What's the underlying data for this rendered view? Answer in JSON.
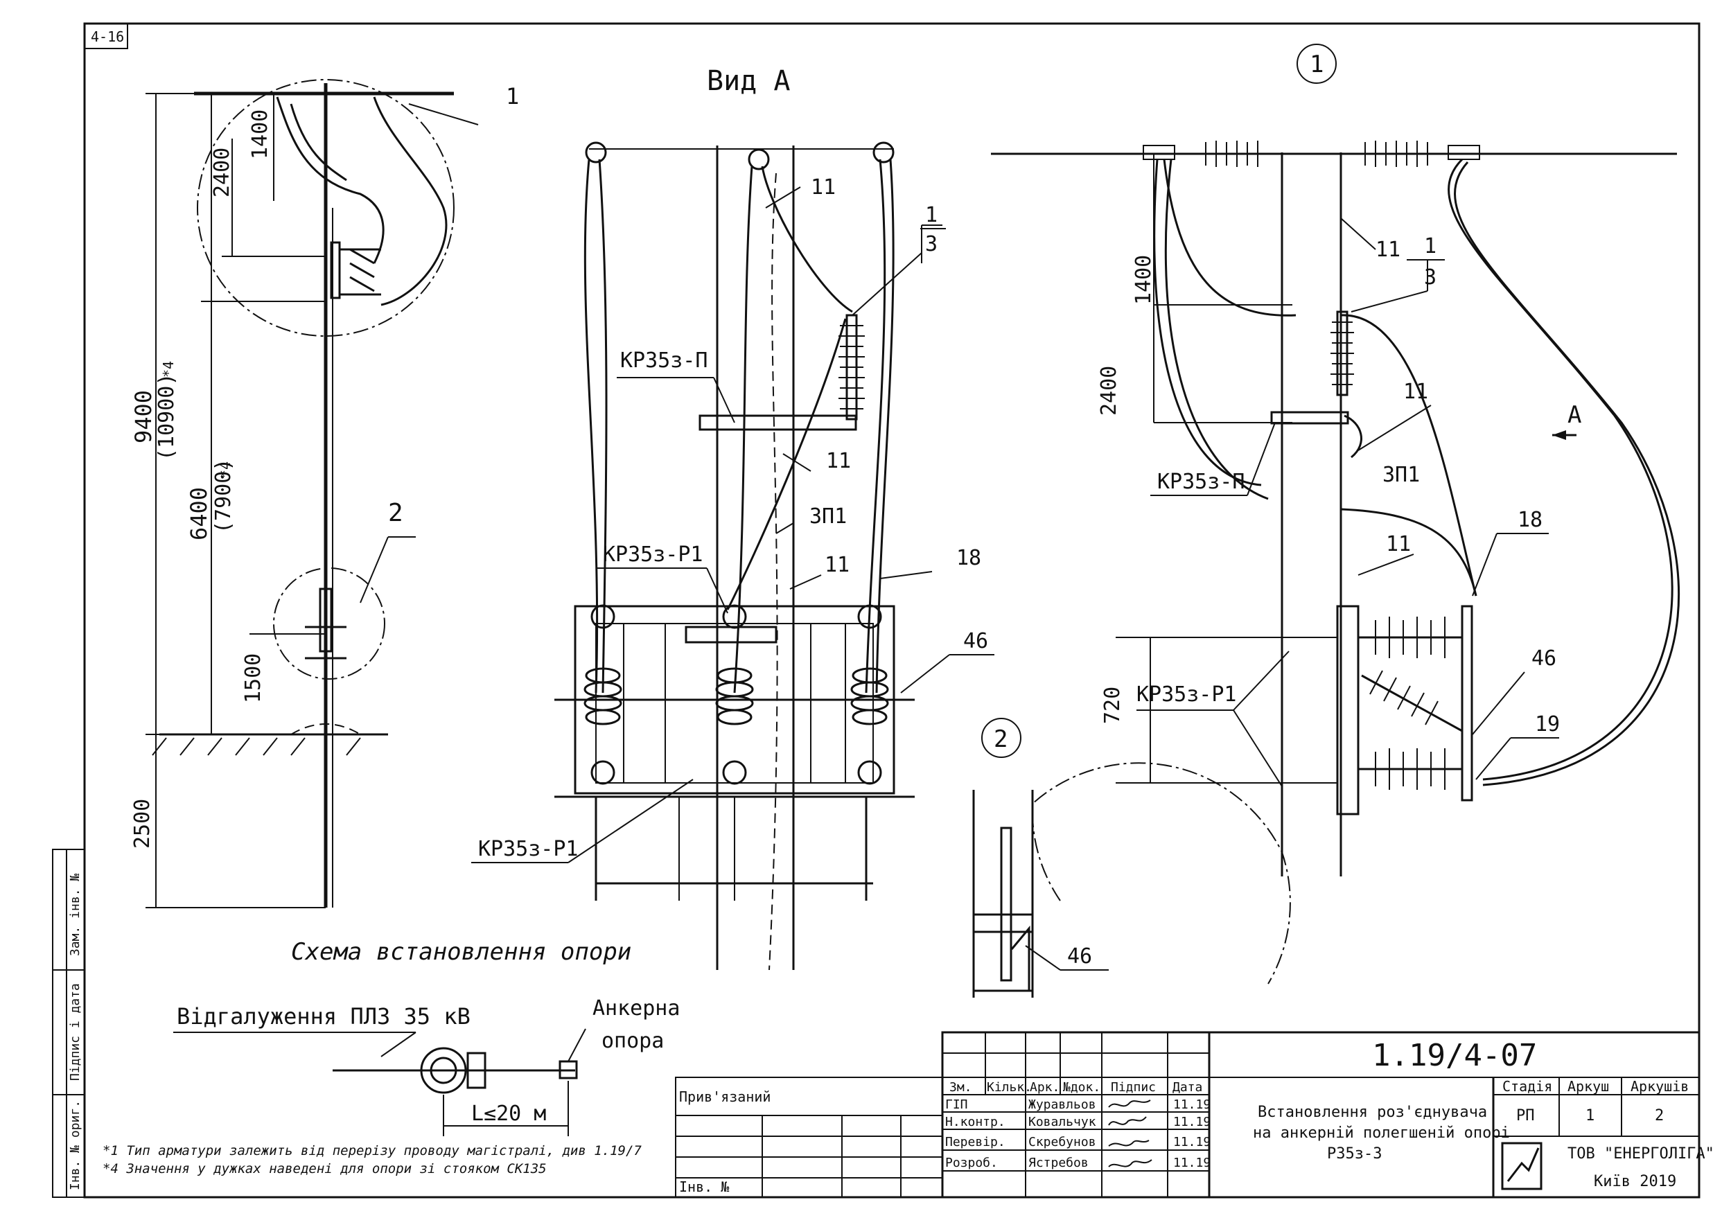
{
  "sheet_code": "4-16",
  "views": {
    "left_title": "Схема встановлення опори",
    "center_title": "Вид А",
    "detail1_label": "1",
    "detail2_label": "2"
  },
  "dims_left": {
    "d2400": "2400",
    "d1400": "1400",
    "d9400": "9400",
    "d9400b": "(10900)",
    "d9400s": "*4",
    "d6400": "6400",
    "d6400b": "(7900)",
    "d6400s": "*4",
    "d1500": "1500",
    "d2500": "2500",
    "callout1": "1",
    "callout2": "2"
  },
  "center_labels": {
    "l11a": "11",
    "l1": "1",
    "l3": "3",
    "krp": "КР35з-П",
    "l11b": "11",
    "zp1": "ЗП1",
    "krr1a": "КР35з-Р1",
    "l11c": "11",
    "l18": "18",
    "l46": "46",
    "krr1b": "КР35з-Р1"
  },
  "right_labels": {
    "l11a": "11",
    "l1": "1",
    "l3": "3",
    "d1400": "1400",
    "d2400": "2400",
    "l11b": "11",
    "krp": "КР35з-П",
    "zp1": "ЗП1",
    "A": "А",
    "l18": "18",
    "l11c": "11",
    "l46": "46",
    "d720": "720",
    "krr1": "КР35з-Р1",
    "l19": "19"
  },
  "detail2": {
    "l46": "46"
  },
  "branch": {
    "title": "Відгалуження ПЛЗ 35 кВ",
    "anchor1": "Анкерна",
    "anchor2": "опора",
    "dim": "L≤20 м"
  },
  "notes": {
    "n1": "*1 Тип арматури залежить від перерізу проводу магістралі, див 1.19/7",
    "n2": "*4 Значення у дужках наведені для опори зі стояком СК135"
  },
  "side_stamp": {
    "zam": "Зам. інв. №",
    "pidpys": "Підпис і дата",
    "inv": "Інв. № ориг."
  },
  "title_block": {
    "privyaz": "Прив'язаний",
    "inv": "Інв. №",
    "code": "1.19/4-07",
    "headers": [
      "Зм.",
      "Кільк.",
      "Арк.",
      "№док.",
      "Підпис",
      "Дата"
    ],
    "rows": [
      {
        "role": "ГІП",
        "name": "Журавльов",
        "date": "11.19"
      },
      {
        "role": "Н.контр.",
        "name": "Ковальчук",
        "date": "11.19"
      },
      {
        "role": "Перевір.",
        "name": "Скребунов",
        "date": "11.19"
      },
      {
        "role": "Розроб.",
        "name": "Ястребов",
        "date": "11.19"
      }
    ],
    "desc1": "Встановлення роз'єднувача",
    "desc2": "на анкерній полегшеній опорі",
    "desc3": "РЗ5з-3",
    "stage_h": "Стадія",
    "sheet_h": "Аркуш",
    "sheets_h": "Аркушів",
    "stage": "РП",
    "sheet": "1",
    "sheets": "2",
    "company": "ТОВ \"ЕНЕРГОЛІГА\"",
    "city": "Київ 2019"
  }
}
